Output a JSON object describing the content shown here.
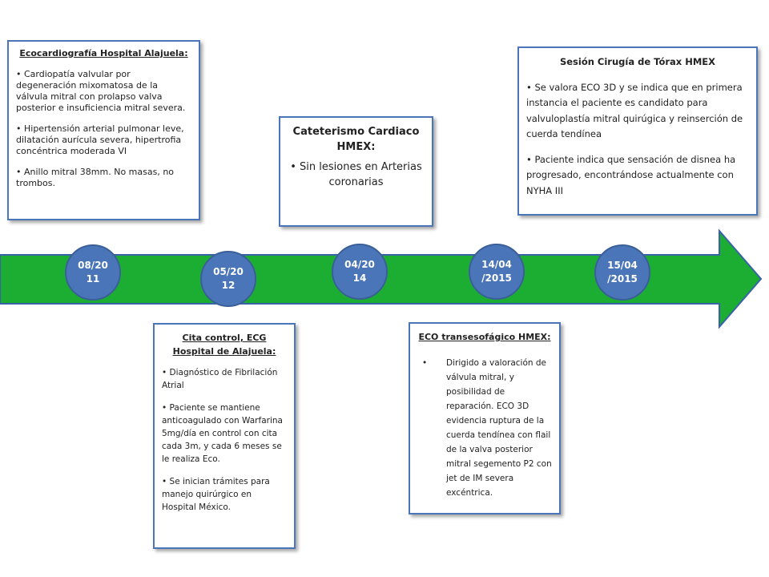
{
  "colors": {
    "arrow": "#1cae33",
    "circle": "#4a76b9",
    "border": "#4a76b9"
  },
  "timeline": {
    "dates": [
      "08/20\n11",
      "05/20\n12",
      "04/20\n14",
      "14/04\n/2015",
      "15/04\n/2015"
    ]
  },
  "boxes": {
    "eco_alajuela": {
      "title": "Ecocardiografía Hospital Alajuela:",
      "items": [
        "Cardiopatía valvular por degeneración mixomatosa de la válvula mitral con prolapso valva posterior e insuficiencia mitral severa.",
        "Hipertensión arterial pulmonar leve, dilatación aurícula severa, hipertrofia concéntrica moderada VI",
        "Anillo mitral 38mm. No masas, no trombos."
      ]
    },
    "cateterismo": {
      "title": "Cateterismo Cardiaco HMEX:",
      "items": [
        "Sin lesiones en Arterias coronarias"
      ]
    },
    "sesion_cirugia": {
      "title": "Sesión Cirugía de Tórax HMEX",
      "items": [
        "Se valora ECO 3D y se indica que en primera instancia el paciente es candidato para valvuloplastía mitral quirúgica y reinserción de cuerda tendínea",
        "Paciente indica que sensación de disnea ha progresado, encontrándose actualmente con NYHA III"
      ]
    },
    "cita_control": {
      "title": "Cita control, ECG Hospital de Alajuela:",
      "items": [
        "Diagnóstico de Fibrilación Atrial",
        "Paciente se mantiene anticoagulado con Warfarina 5mg/día en control con cita cada 3m, y cada 6 meses se le realiza Eco.",
        "Se inician trámites para manejo quirúrgico en Hospital México."
      ]
    },
    "eco_transesofagico": {
      "title": "ECO transesofágico HMEX:",
      "items": [
        "Dirigido a valoración de válvula mitral, y posibilidad de reparación. ECO 3D evidencia ruptura de la cuerda tendínea con flail de la valva posterior mitral segemento P2 con jet de IM severa excéntrica."
      ]
    }
  }
}
